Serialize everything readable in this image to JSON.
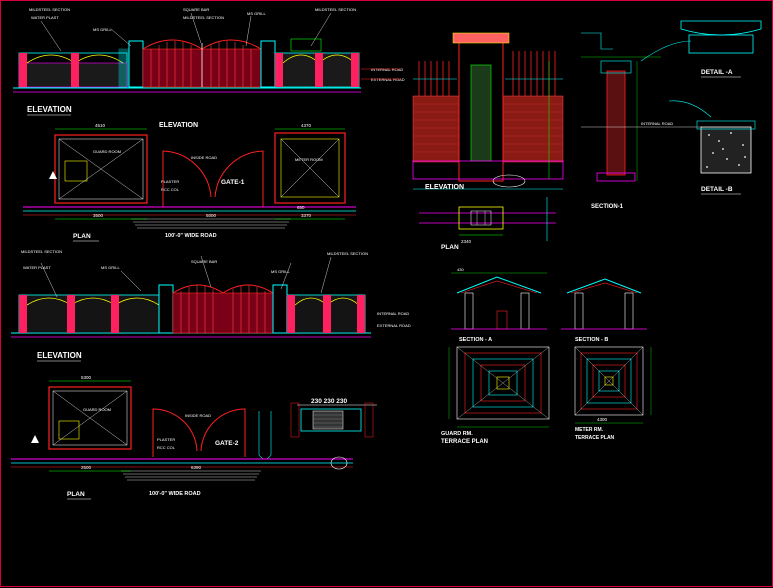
{
  "labels": {
    "elevation_1": "ELEVATION",
    "elevation_2": "ELEVATION",
    "elevation_3": "ELEVATION",
    "elevation_4": "ELEVATION",
    "plan_1": "PLAN",
    "plan_2": "PLAN",
    "plan_3": "PLAN",
    "road_1": "100'-0\" WIDE ROAD",
    "road_2": "100'-0\" WIDE ROAD",
    "gate_1": "GATE-1",
    "gate_2": "GATE-2",
    "section_1": "SECTION-1",
    "section_a": "SECTION - A",
    "section_b": "SECTION - B",
    "detail_a": "DETAIL -A",
    "detail_b": "DETAIL -B",
    "guard_rm": "GUARD RM.",
    "terrace_plan": "TERRACE PLAN",
    "meter_rm": "METER RM.",
    "terrace_plan_2": "TERRACE PLAN",
    "inside_road": "INSIDE ROAD",
    "guard_room": "GUARD ROOM",
    "meter_room": "METER ROOM",
    "internal_road": "INTERNAL ROAD",
    "external_road": "EXTERNAL ROAD",
    "dims_230": "230  230  230"
  },
  "notes": {
    "n1": "MILDSTEEL SECTION",
    "n2": "MS GRILL",
    "n3": "SQUARE BAR",
    "n4": "RCC COL",
    "n5": "PLASTER",
    "n6": "WATER PLAST"
  },
  "dims": {
    "d1": "4510",
    "d2": "3500",
    "d3": "2500",
    "d4": "5000",
    "d5": "4370",
    "d6": "3370",
    "d7": "6390",
    "d8": "5300",
    "d9": "2340",
    "d10": "650",
    "d11": "430",
    "d12": "4300"
  },
  "colors": {
    "frame": "#d8003a",
    "cyan": "#00ffff",
    "magenta": "#ff00ff",
    "red": "#ff2020",
    "yellow": "#ffff00",
    "white": "#ffffff",
    "green": "#00ff00",
    "blue": "#4060ff",
    "brick": "#c0302a",
    "orange": "#ff8000"
  }
}
